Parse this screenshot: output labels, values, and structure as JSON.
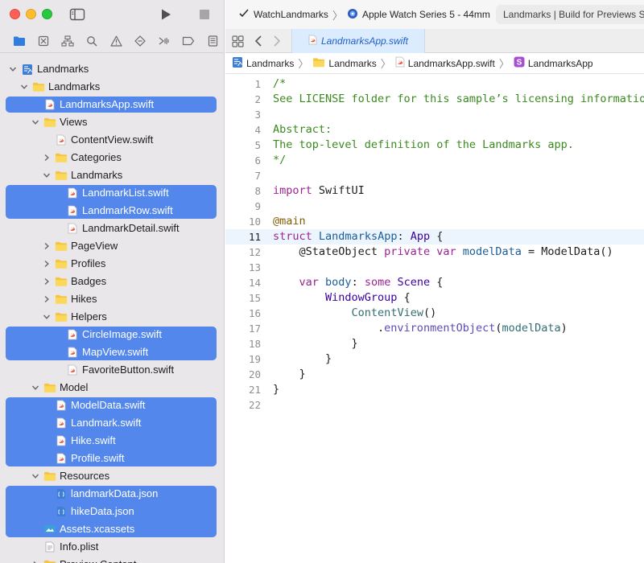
{
  "window": {
    "scheme": {
      "target": "WatchLandmarks",
      "destination": "Apple Watch Series 5 - 44mm"
    },
    "status": "Landmarks | Build for Previews Su"
  },
  "sidebar": {
    "nav_icons": [
      "folder-icon",
      "source-control-icon",
      "hierarchy-icon",
      "find-icon",
      "warning-icon",
      "test-diamond-icon",
      "debug-icon",
      "breakpoint-icon",
      "report-icon"
    ],
    "tree": [
      {
        "label": "Landmarks",
        "depth": 0,
        "kind": "project",
        "expanded": true,
        "selected": false
      },
      {
        "label": "Landmarks",
        "depth": 1,
        "kind": "folder",
        "expanded": true,
        "selected": false
      },
      {
        "label": "LandmarksApp.swift",
        "depth": 2,
        "kind": "swift",
        "selected": true
      },
      {
        "label": "Views",
        "depth": 2,
        "kind": "folder",
        "expanded": true,
        "selected": false
      },
      {
        "label": "ContentView.swift",
        "depth": 3,
        "kind": "swift",
        "selected": false
      },
      {
        "label": "Categories",
        "depth": 3,
        "kind": "folder",
        "expanded": false,
        "selected": false
      },
      {
        "label": "Landmarks",
        "depth": 3,
        "kind": "folder",
        "expanded": true,
        "selected": false
      },
      {
        "label": "LandmarkList.swift",
        "depth": 4,
        "kind": "swift",
        "selected": true
      },
      {
        "label": "LandmarkRow.swift",
        "depth": 4,
        "kind": "swift",
        "selected": true
      },
      {
        "label": "LandmarkDetail.swift",
        "depth": 4,
        "kind": "swift",
        "selected": false
      },
      {
        "label": "PageView",
        "depth": 3,
        "kind": "folder",
        "expanded": false,
        "selected": false
      },
      {
        "label": "Profiles",
        "depth": 3,
        "kind": "folder",
        "expanded": false,
        "selected": false
      },
      {
        "label": "Badges",
        "depth": 3,
        "kind": "folder",
        "expanded": false,
        "selected": false
      },
      {
        "label": "Hikes",
        "depth": 3,
        "kind": "folder",
        "expanded": false,
        "selected": false
      },
      {
        "label": "Helpers",
        "depth": 3,
        "kind": "folder",
        "expanded": true,
        "selected": false
      },
      {
        "label": "CircleImage.swift",
        "depth": 4,
        "kind": "swift",
        "selected": true
      },
      {
        "label": "MapView.swift",
        "depth": 4,
        "kind": "swift",
        "selected": true
      },
      {
        "label": "FavoriteButton.swift",
        "depth": 4,
        "kind": "swift",
        "selected": false
      },
      {
        "label": "Model",
        "depth": 2,
        "kind": "folder",
        "expanded": true,
        "selected": false
      },
      {
        "label": "ModelData.swift",
        "depth": 3,
        "kind": "swift",
        "selected": true
      },
      {
        "label": "Landmark.swift",
        "depth": 3,
        "kind": "swift",
        "selected": true
      },
      {
        "label": "Hike.swift",
        "depth": 3,
        "kind": "swift",
        "selected": true
      },
      {
        "label": "Profile.swift",
        "depth": 3,
        "kind": "swift",
        "selected": true
      },
      {
        "label": "Resources",
        "depth": 2,
        "kind": "folder",
        "expanded": true,
        "selected": false
      },
      {
        "label": "landmarkData.json",
        "depth": 3,
        "kind": "json",
        "selected": true
      },
      {
        "label": "hikeData.json",
        "depth": 3,
        "kind": "json",
        "selected": true
      },
      {
        "label": "Assets.xcassets",
        "depth": 2,
        "kind": "assets",
        "selected": true
      },
      {
        "label": "Info.plist",
        "depth": 2,
        "kind": "plist",
        "selected": false
      },
      {
        "label": "Preview Content",
        "depth": 2,
        "kind": "folder",
        "expanded": false,
        "selected": false
      }
    ]
  },
  "editor": {
    "active_tab": "LandmarksApp.swift",
    "breadcrumb": [
      {
        "label": "Landmarks",
        "icon": "project-icon"
      },
      {
        "label": "Landmarks",
        "icon": "folder-icon"
      },
      {
        "label": "LandmarksApp.swift",
        "icon": "swift-icon"
      },
      {
        "label": "LandmarksApp",
        "icon": "struct-icon"
      }
    ],
    "current_line": 11,
    "lines": [
      [
        {
          "t": "/*",
          "c": "com"
        }
      ],
      [
        {
          "t": "See LICENSE folder for this sample’s licensing information.",
          "c": "com"
        }
      ],
      [],
      [
        {
          "t": "Abstract:",
          "c": "com"
        }
      ],
      [
        {
          "t": "The top-level definition of the Landmarks app.",
          "c": "com"
        }
      ],
      [
        {
          "t": "*/",
          "c": "com"
        }
      ],
      [],
      [
        {
          "t": "import",
          "c": "kw"
        },
        {
          "t": " SwiftUI",
          "c": "plain"
        }
      ],
      [],
      [
        {
          "t": "@main",
          "c": "attr"
        }
      ],
      [
        {
          "t": "struct",
          "c": "kw"
        },
        {
          "t": " ",
          "c": "plain"
        },
        {
          "t": "LandmarksApp",
          "c": "type"
        },
        {
          "t": ": ",
          "c": "plain"
        },
        {
          "t": "App",
          "c": "typed"
        },
        {
          "t": " {",
          "c": "plain"
        }
      ],
      [
        {
          "t": "    @StateObject ",
          "c": "plain"
        },
        {
          "t": "private var",
          "c": "kw"
        },
        {
          "t": " ",
          "c": "plain"
        },
        {
          "t": "modelData",
          "c": "type"
        },
        {
          "t": " = ModelData()",
          "c": "plain"
        }
      ],
      [],
      [
        {
          "t": "    ",
          "c": "plain"
        },
        {
          "t": "var",
          "c": "kw"
        },
        {
          "t": " ",
          "c": "plain"
        },
        {
          "t": "body",
          "c": "type"
        },
        {
          "t": ": ",
          "c": "plain"
        },
        {
          "t": "some",
          "c": "kw"
        },
        {
          "t": " ",
          "c": "plain"
        },
        {
          "t": "Scene",
          "c": "typed"
        },
        {
          "t": " {",
          "c": "plain"
        }
      ],
      [
        {
          "t": "        ",
          "c": "plain"
        },
        {
          "t": "WindowGroup",
          "c": "typed"
        },
        {
          "t": " {",
          "c": "plain"
        }
      ],
      [
        {
          "t": "            ",
          "c": "plain"
        },
        {
          "t": "ContentView",
          "c": "prop"
        },
        {
          "t": "()",
          "c": "plain"
        }
      ],
      [
        {
          "t": "                .",
          "c": "plain"
        },
        {
          "t": "environmentObject",
          "c": "meth"
        },
        {
          "t": "(",
          "c": "plain"
        },
        {
          "t": "modelData",
          "c": "prop"
        },
        {
          "t": ")",
          "c": "plain"
        }
      ],
      [
        {
          "t": "            }",
          "c": "plain"
        }
      ],
      [
        {
          "t": "        }",
          "c": "plain"
        }
      ],
      [
        {
          "t": "    }",
          "c": "plain"
        }
      ],
      [
        {
          "t": "}",
          "c": "plain"
        }
      ],
      []
    ]
  }
}
